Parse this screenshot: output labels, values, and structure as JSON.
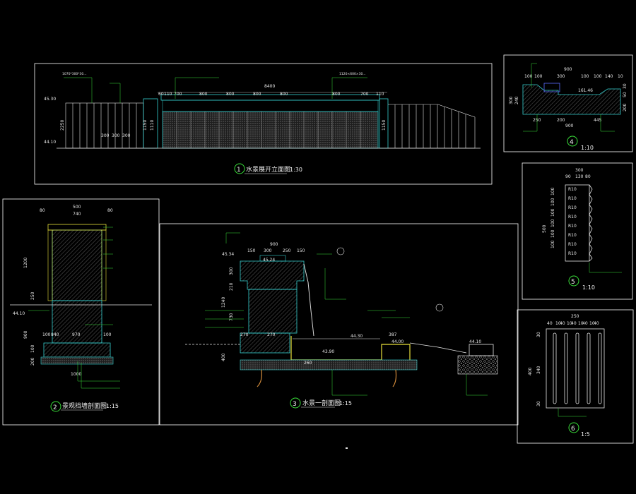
{
  "palette": {
    "background": "#000000",
    "frame": "#ffffff",
    "outline": "#35d0d0",
    "leader": "#39e039",
    "waterproof": "#e8e03a",
    "title_circle": "#39e039"
  },
  "drawings": {
    "d1": {
      "number": "1",
      "title": "水景展开立面图",
      "scale": "1:30",
      "dims_top": [
        "60",
        "110",
        "700",
        "800",
        "800",
        "800",
        "800",
        "800",
        "700",
        "110"
      ],
      "dims_mid": [
        "300",
        "300",
        "300"
      ],
      "dims_side": [
        "1150",
        "1110",
        "1150",
        "2250"
      ],
      "levels": [
        "45.30",
        "44.10"
      ],
      "dim_total": "8400",
      "spec_left": "1070*300*30...",
      "spec_top": "1120×600×30..."
    },
    "d2": {
      "number": "2",
      "title": "景观挡墙剖面图",
      "scale": "1:15",
      "dims_top": [
        "500",
        "740",
        "80",
        "80"
      ],
      "dims_side": [
        "1200",
        "250",
        "900",
        "100",
        "200"
      ],
      "dims_bottom": [
        "100",
        "840",
        "970",
        "100",
        "1000"
      ],
      "level": "44.10"
    },
    "d3": {
      "number": "3",
      "title": "水景一剖面图",
      "scale": "1:15",
      "dims_top": [
        "150",
        "300",
        "250",
        "150",
        "900"
      ],
      "dims_side": [
        "300",
        "210",
        "1240",
        "730",
        "400"
      ],
      "dims_base": [
        "270",
        "270",
        "260",
        "387"
      ],
      "levels": [
        "45.34",
        "45.24",
        "44.30",
        "43.90",
        "44.00",
        "44.10"
      ]
    },
    "d4": {
      "number": "4",
      "scale": "1:10",
      "dims_top": [
        "900",
        "100",
        "100",
        "300",
        "100",
        "100",
        "140",
        "10"
      ],
      "dims_mid": [
        "161.46"
      ],
      "dims_bottom": [
        "250",
        "200",
        "445",
        "900"
      ],
      "dims_side": [
        "300",
        "240",
        "30",
        "50",
        "200"
      ]
    },
    "d5": {
      "number": "5",
      "scale": "1:10",
      "dims_top": [
        "300",
        "90",
        "130",
        "80"
      ],
      "dims_side": [
        "500",
        "100",
        "100",
        "100",
        "100",
        "100",
        "100"
      ],
      "rows": [
        "R10",
        "R10",
        "R10",
        "R10",
        "R10",
        "R10",
        "R10",
        "R10"
      ]
    },
    "d6": {
      "number": "6",
      "scale": "1:5",
      "dims_top": [
        "250",
        "40",
        "10",
        "40",
        "10",
        "40",
        "10",
        "40",
        "10",
        "40"
      ],
      "dims_side": [
        "400",
        "30",
        "340",
        "30"
      ]
    }
  }
}
